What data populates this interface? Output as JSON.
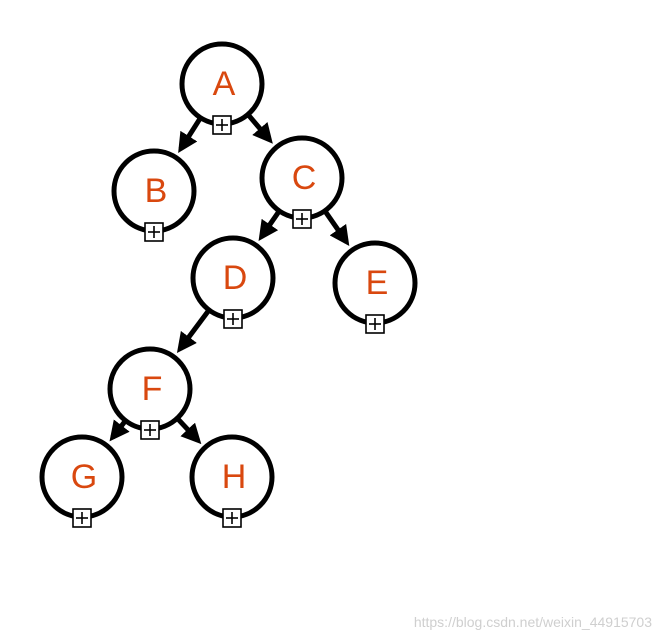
{
  "tree": {
    "label_color": "#d9480f",
    "nodes": [
      {
        "id": "A",
        "label": "A"
      },
      {
        "id": "B",
        "label": "B"
      },
      {
        "id": "C",
        "label": "C"
      },
      {
        "id": "D",
        "label": "D"
      },
      {
        "id": "E",
        "label": "E"
      },
      {
        "id": "F",
        "label": "F"
      },
      {
        "id": "G",
        "label": "G"
      },
      {
        "id": "H",
        "label": "H"
      }
    ],
    "edges": [
      {
        "from": "A",
        "to": "B"
      },
      {
        "from": "A",
        "to": "C"
      },
      {
        "from": "C",
        "to": "D"
      },
      {
        "from": "C",
        "to": "E"
      },
      {
        "from": "D",
        "to": "F"
      },
      {
        "from": "F",
        "to": "G"
      },
      {
        "from": "F",
        "to": "H"
      }
    ],
    "expander_icon": "plus-box-icon"
  },
  "watermark": "https://blog.csdn.net/weixin_44915703"
}
